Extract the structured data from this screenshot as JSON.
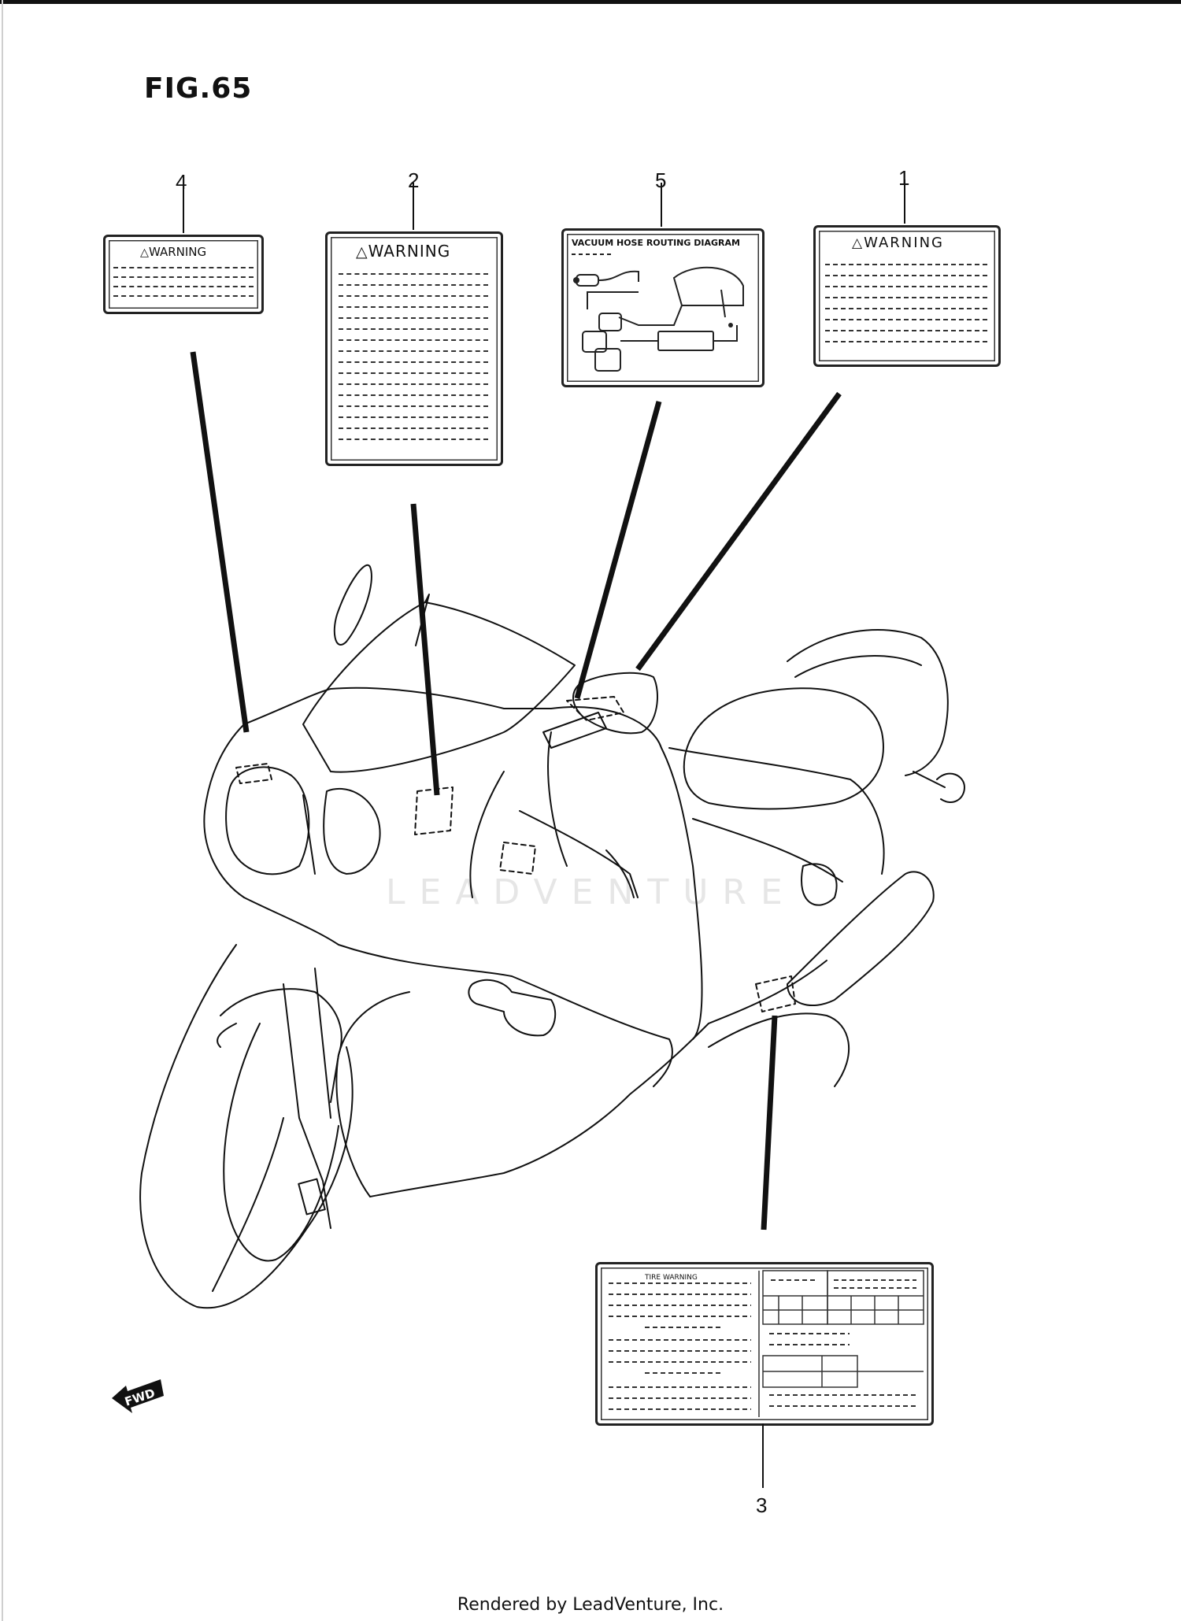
{
  "figure": {
    "title": "FIG.65"
  },
  "callouts": [
    "4",
    "2",
    "5",
    "1",
    "3"
  ],
  "labels": {
    "warning_4": "WARNING",
    "warning_2": "WARNING",
    "warning_1": "WARNING",
    "vacuum_5": "VACUUM HOSE ROUTING DIAGRAM",
    "tire_3": "TIRE WARNING"
  },
  "watermark": "LEADVENTURE",
  "direction": "FWD",
  "footer": "Rendered by LeadVenture, Inc."
}
